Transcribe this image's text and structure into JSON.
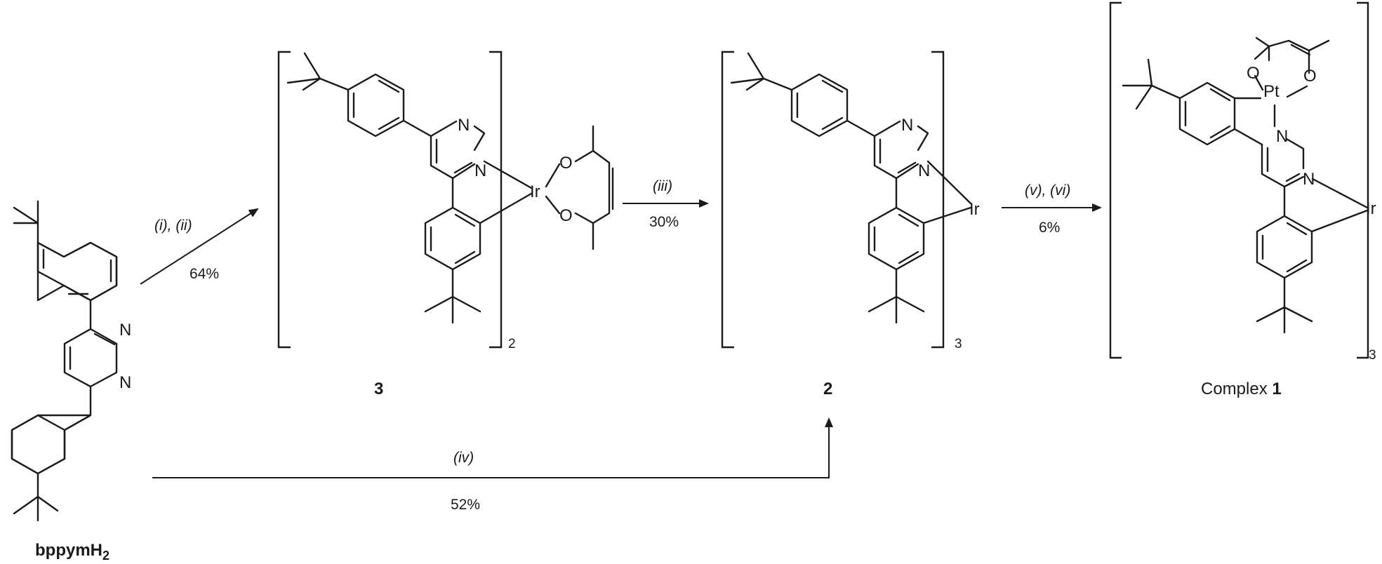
{
  "atoms": {
    "N": "N",
    "O": "O",
    "Ir": "Ir",
    "Pt": "Pt"
  },
  "subscripts": {
    "dimer": "2",
    "tris": "3",
    "complex": "3"
  },
  "arrows": {
    "a1": {
      "conditions": "(i), (ii)",
      "yield": "64%"
    },
    "a2": {
      "conditions": "(iii)",
      "yield": "30%"
    },
    "a3": {
      "conditions": "(v), (vi)",
      "yield": "6%"
    },
    "a4": {
      "conditions": "(iv)",
      "yield": "52%"
    }
  },
  "labels": {
    "ligand": {
      "main": "bppymH",
      "sub": "2"
    },
    "compound3": "3",
    "compound2": "2",
    "complex1": {
      "prefix": "Complex ",
      "num": "1"
    }
  }
}
